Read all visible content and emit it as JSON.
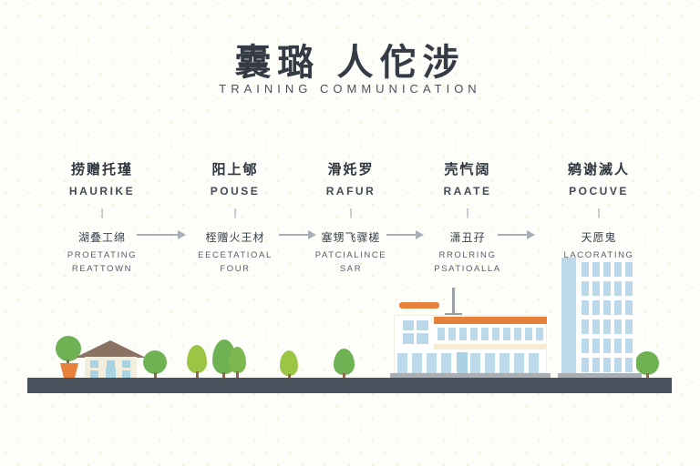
{
  "title": {
    "cjk": "囊璐 人佗涉",
    "latin": "TRAINING COMMUNICATION"
  },
  "divider_glyph": "|",
  "steps": [
    {
      "cjk_top": "捞赠托瑾",
      "label": "HAURIKE",
      "cjk_sub": "湖叠工绵",
      "sub1": "PROETATING",
      "sub2": "REATTOWN"
    },
    {
      "cjk_top": "阳上郇",
      "label": "POUSE",
      "cjk_sub": "桎赠火王材",
      "sub1": "EECETATIOAL",
      "sub2": "FOUR"
    },
    {
      "cjk_top": "滑奼罗",
      "label": "RAFUR",
      "cjk_sub": "塞甥飞骤槎",
      "sub1": "PATCIALINCE",
      "sub2": "SAR"
    },
    {
      "cjk_top": "壳忾阔",
      "label": "RAATE",
      "cjk_sub": "潇丑孖",
      "sub1": "RROLRING",
      "sub2": "PSATIOALLA"
    },
    {
      "cjk_top": "鹓谢滅人",
      "label": "POCUVE",
      "cjk_sub": "天愿鬼",
      "sub1": "LACORATING",
      "sub2": ""
    }
  ],
  "scene": {
    "icons": [
      "potted-plant",
      "house",
      "round-tree",
      "pointed-tree",
      "office-building",
      "tower-building",
      "road"
    ]
  },
  "colors": {
    "accent_orange": "#e8813b",
    "window_blue": "#bcd9ea",
    "door_blue": "#a9d2e2",
    "road_slate": "#49525c",
    "tree_green": "#6fb254",
    "tree_light_green": "#9cc445",
    "roof_brown": "#8a7262",
    "house_cream": "#f3eddd",
    "text_dark": "#343b45",
    "text_gray": "#555e69",
    "arrow_gray": "#a7aeb5",
    "platform_gray": "#a9afb4"
  }
}
